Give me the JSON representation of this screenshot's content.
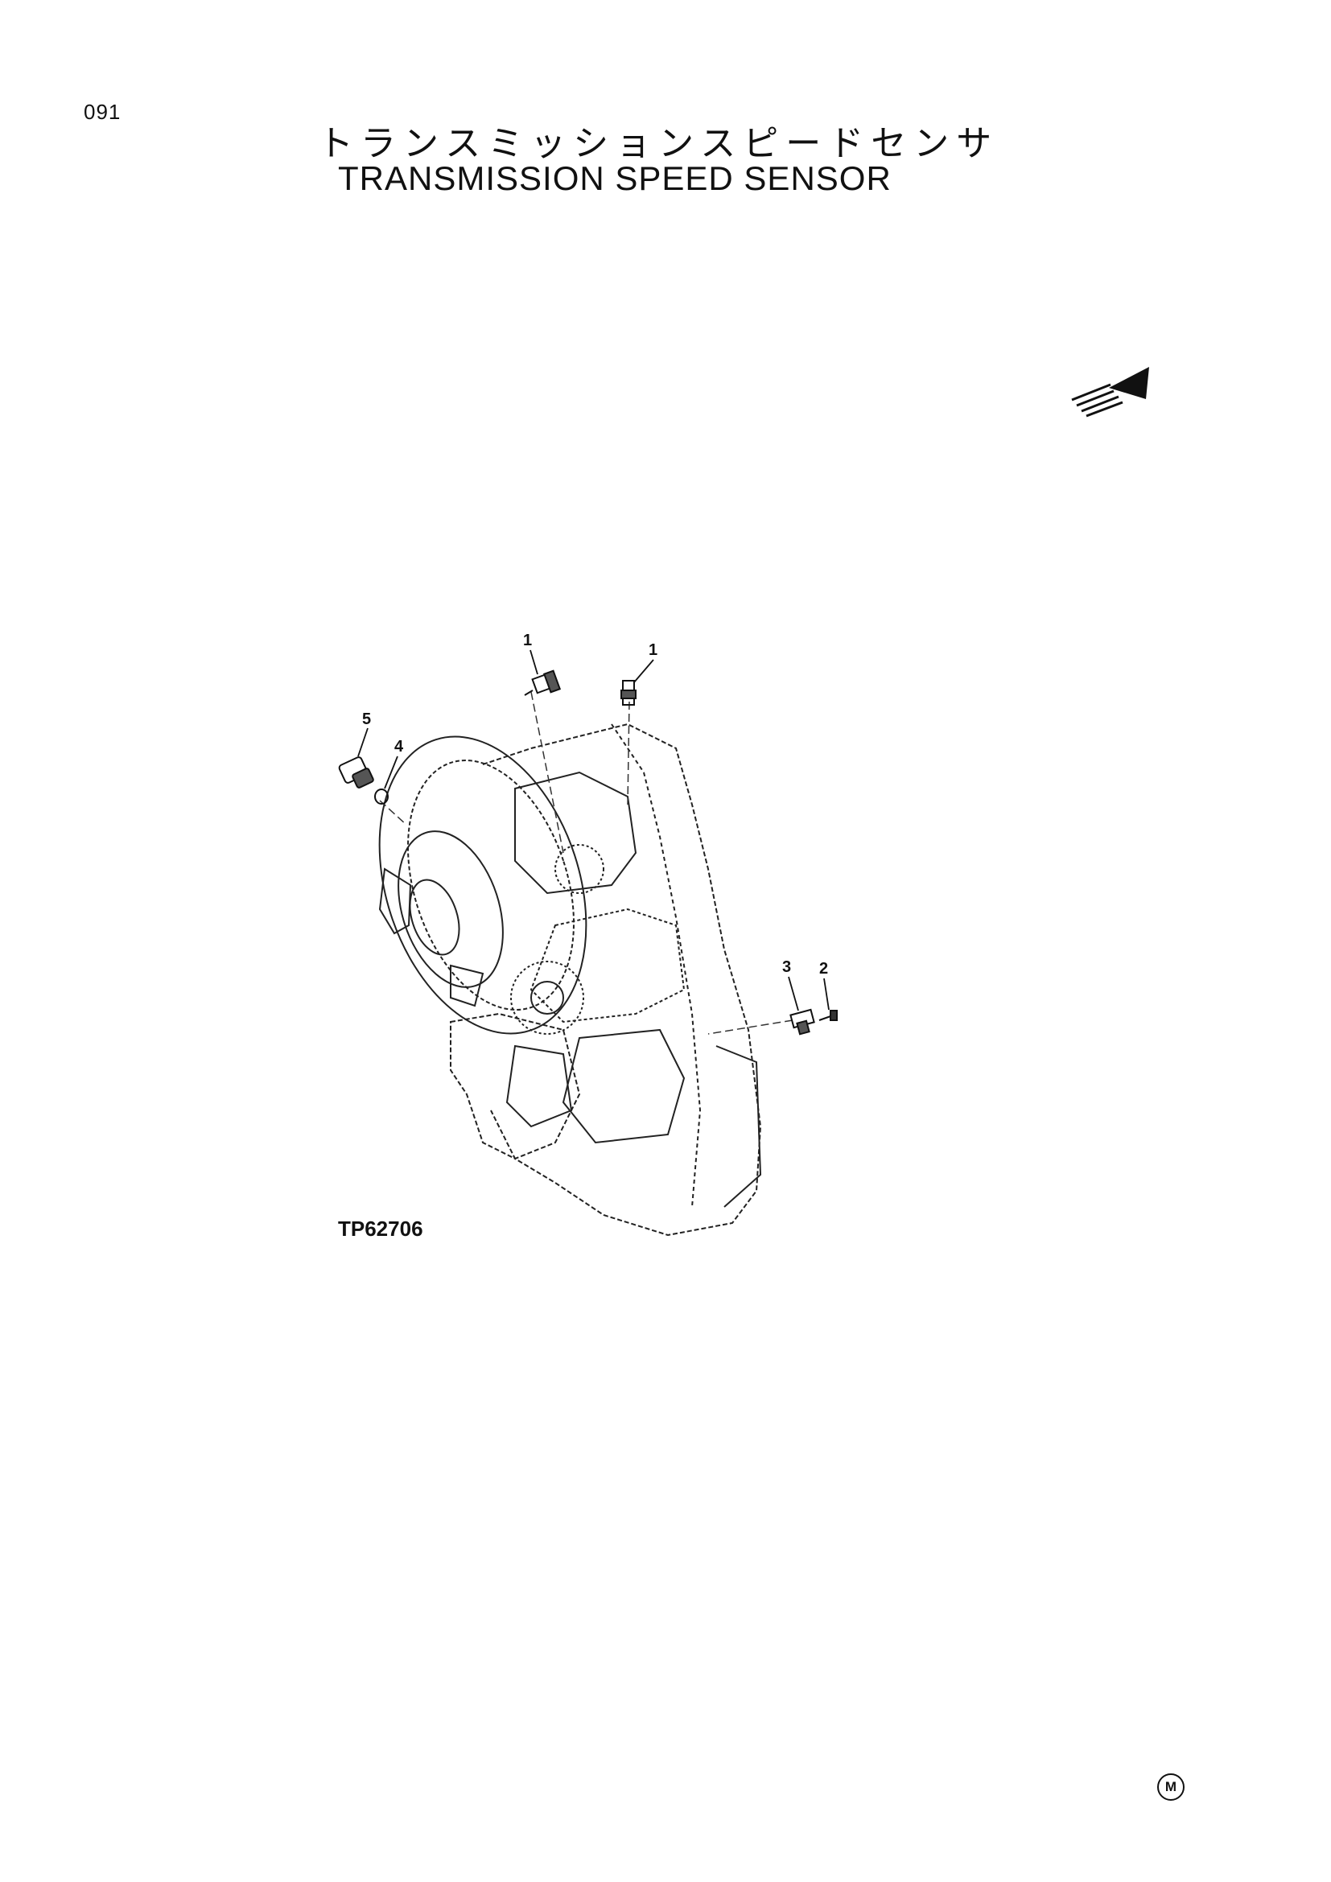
{
  "page": {
    "number": "091",
    "title_ja": "トランスミッションスピードセンサ",
    "title_en": "TRANSMISSION SPEED SENSOR",
    "figure_code": "TP62706",
    "maker_mark": "M"
  },
  "callouts": {
    "c1a": "1",
    "c1b": "1",
    "c2": "2",
    "c3": "3",
    "c4": "4",
    "c5": "5"
  },
  "icons": {
    "direction": "direction-arrow-icon"
  }
}
